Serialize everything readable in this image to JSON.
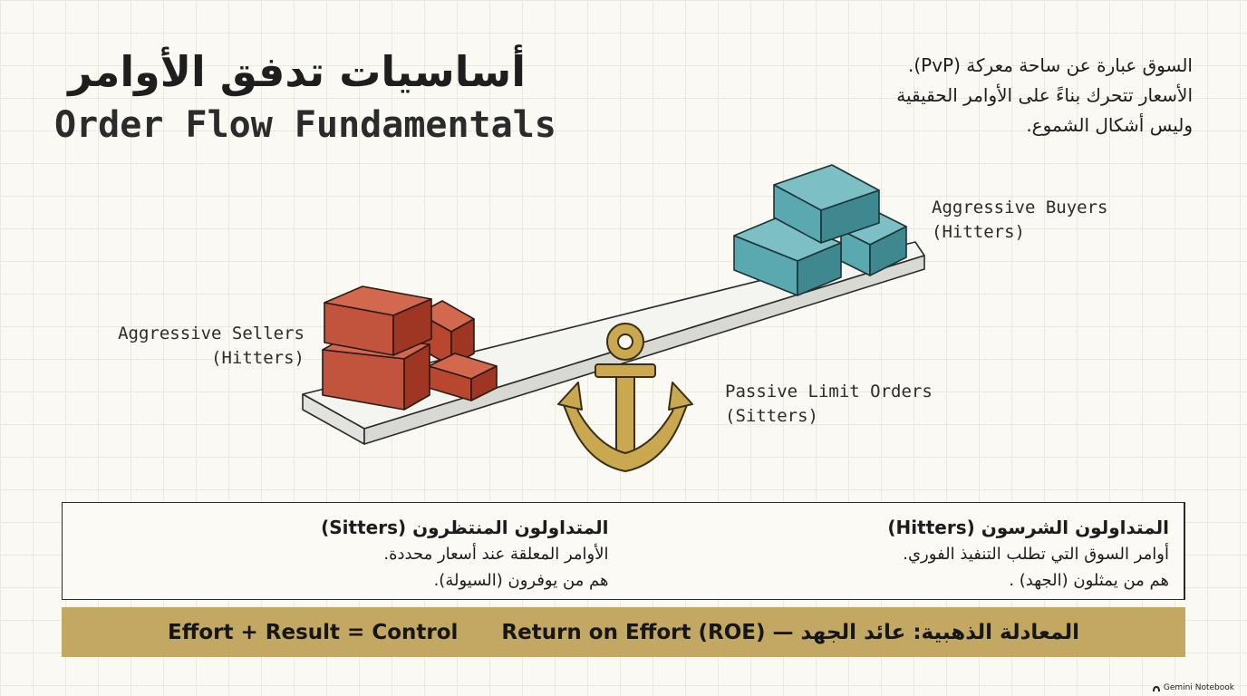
{
  "header": {
    "title_ar": "أساسيات تدفق الأوامر",
    "title_en": "Order Flow Fundamentals"
  },
  "intro": {
    "lines": [
      "السوق عبارة عن ساحة معركة (PvP).",
      "الأسعار تتحرك بناءً على الأوامر الحقيقية",
      "وليس أشكال الشموع."
    ]
  },
  "diagram": {
    "buyers_label": [
      "Aggressive Buyers",
      "(Hitters)"
    ],
    "sellers_label": [
      "Aggressive Sellers",
      "(Hitters)"
    ],
    "passive_label": [
      "Passive Limit Orders",
      "(Sitters)"
    ],
    "colors": {
      "buyers": "#5aa8b0",
      "sellers": "#c2533d",
      "anchor": "#c9a84f",
      "plank": "#f2f2ef"
    },
    "icons": [
      "seller-crates",
      "buyer-crates",
      "anchor-icon",
      "seesaw-plank"
    ]
  },
  "definitions": {
    "sitters": {
      "title": "المتداولون المنتظرون (Sitters)",
      "line1": "الأوامر المعلقة عند أسعار محددة.",
      "line2": "هم من يوفرون (السيولة)."
    },
    "hitters": {
      "title": "المتداولون الشرسون (Hitters)",
      "line1": "أوامر السوق التي تطلب التنفيذ الفوري.",
      "line2": "هم من يمثلون (الجهد) ."
    }
  },
  "golden_equation": {
    "left": "Effort + Result = Control",
    "right": "المعادلة الذهبية: عائد الجهد — Return on Effort (ROE)",
    "color": "#c2a862"
  },
  "branding": {
    "text": "Gemini Notebook",
    "icon": "gemini-notebook-icon"
  }
}
